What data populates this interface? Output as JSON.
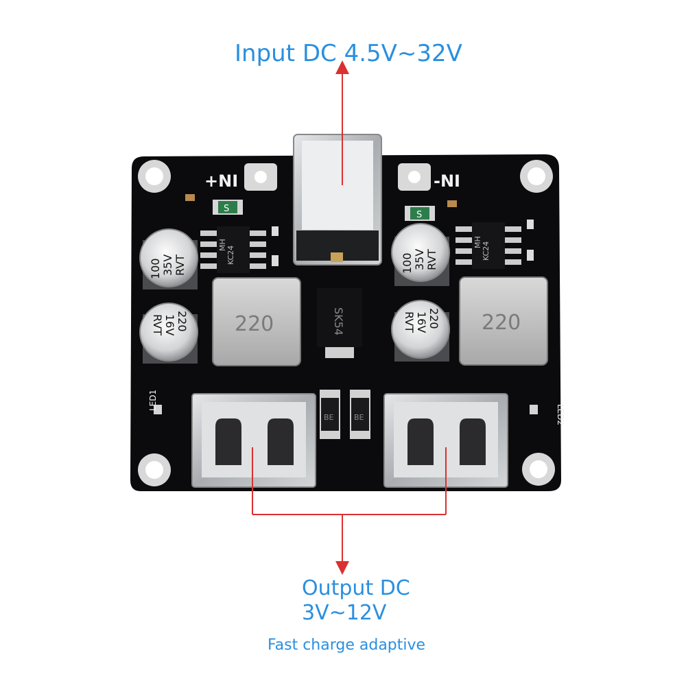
{
  "annotations": {
    "input": "Input DC 4.5V~32V",
    "output_line1": "Output DC",
    "output_line2": "3V~12V",
    "fast_charge": "Fast charge adaptive"
  },
  "board": {
    "left_pin_label": "+NI",
    "right_pin_label": "-NI",
    "fuse_left": "S",
    "fuse_right": "S",
    "cap_top_left": [
      "100",
      "35V",
      "RVT"
    ],
    "cap_top_right": [
      "100",
      "35V",
      "RVT"
    ],
    "cap_bottom_left": [
      "220",
      "16V",
      "RVT"
    ],
    "cap_bottom_right": [
      "220",
      "16V",
      "RVT"
    ],
    "ic_left": [
      "MH",
      "KC24"
    ],
    "ic_right": [
      "MH",
      "KC24"
    ],
    "inductor_left": "220",
    "inductor_right": "220",
    "diode": "SK54",
    "small_diode_left": "BE",
    "small_diode_right": "BE",
    "led_left": "LED1",
    "led_right": "LED2"
  },
  "colors": {
    "annotation_text": "#2a8fe0",
    "arrow": "#d93030",
    "pcb": "#0b0b0d",
    "silkscreen": "#f2f2f2"
  }
}
